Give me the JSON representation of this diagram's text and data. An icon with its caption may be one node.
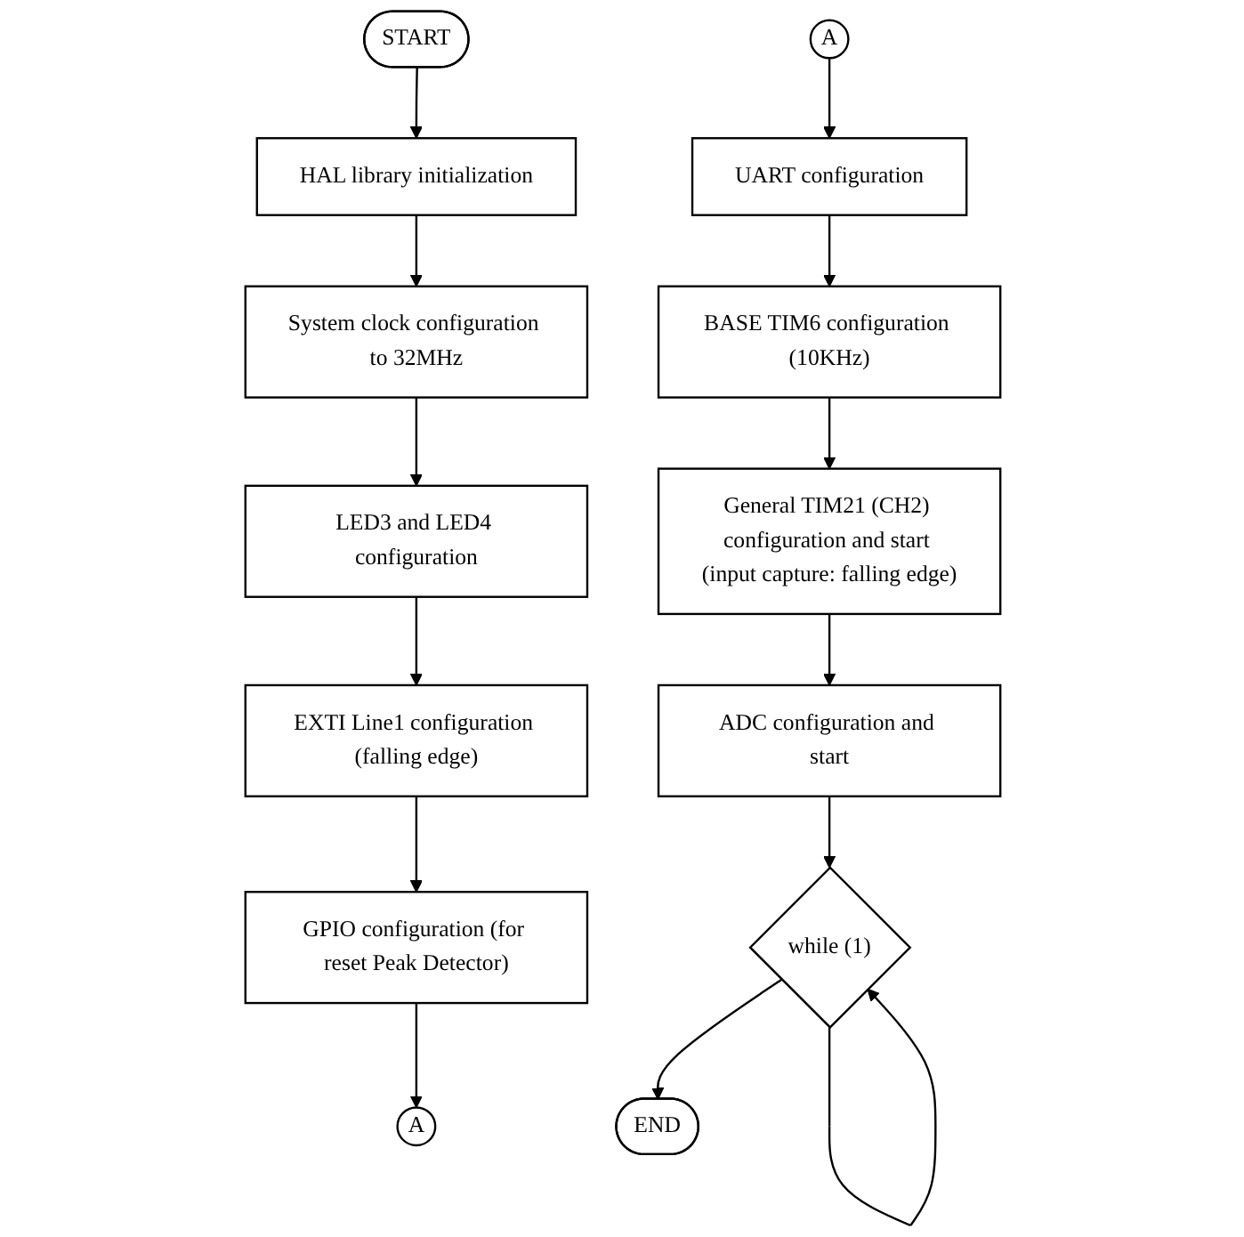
{
  "diagram": {
    "nodes": [
      {
        "text": [
          "START"
        ]
      },
      {
        "text": [
          "HAL library initialization"
        ]
      },
      {
        "text": [
          "System clock configuration to 32MHz"
        ]
      },
      {
        "text": [
          "LED3 and LED4 configuration"
        ]
      },
      {
        "text": [
          "EXTI Line1 configuration (falling edge)"
        ]
      },
      {
        "text": [
          "GPIO configuration (for reset Peak Detector)"
        ]
      },
      {
        "text": [
          "A"
        ]
      },
      {
        "text": [
          "A"
        ]
      },
      {
        "text": [
          "UART configuration"
        ]
      },
      {
        "text": [
          "BASE TIM6 configuration (10KHz)"
        ]
      },
      {
        "text": [
          "General TIM21 (CH2) configuration and start (input capture: falling edge)"
        ]
      },
      {
        "text": [
          "ADC configuration and start"
        ]
      },
      {
        "text": [
          "while (1)"
        ]
      },
      {
        "text": [
          "END"
        ]
      }
    ],
    "edges": [
      {
        "from": 0,
        "to": 1,
        "arrow": "to"
      },
      {
        "from": 1,
        "to": 2,
        "arrow": "to"
      },
      {
        "from": 2,
        "to": 3,
        "arrow": "to"
      },
      {
        "from": 3,
        "to": 4,
        "arrow": "to"
      },
      {
        "from": 4,
        "to": 5,
        "arrow": "to"
      },
      {
        "from": 5,
        "to": 6,
        "arrow": "to"
      },
      {
        "from": 7,
        "to": 8,
        "arrow": "to"
      },
      {
        "from": 8,
        "to": 9,
        "arrow": "to"
      },
      {
        "from": 9,
        "to": 10,
        "arrow": "to"
      },
      {
        "from": 10,
        "to": 11,
        "arrow": "to"
      },
      {
        "from": 11,
        "to": 12,
        "arrow": "to"
      },
      {
        "from": 12,
        "to": 12,
        "arrow": "to"
      },
      {
        "from": 12,
        "to": 13,
        "arrow": "to"
      }
    ]
  }
}
